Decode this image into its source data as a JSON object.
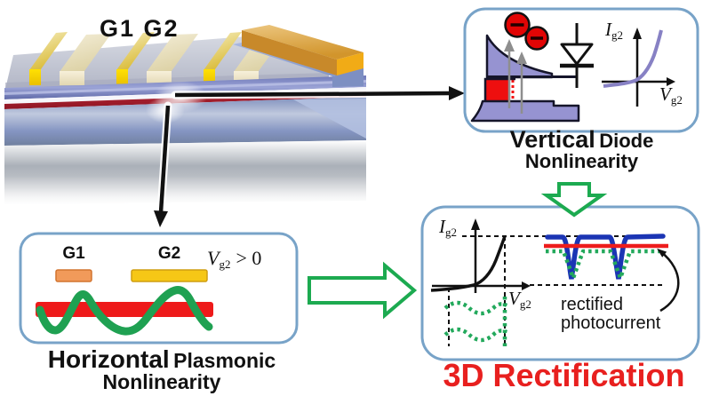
{
  "figure": {
    "device": {
      "gates_label": "G1 G2"
    },
    "vertical_panel": {
      "title_word1": "Vertical",
      "title_word2": "Diode",
      "title_line2": "Nonlinearity",
      "iv_axis": {
        "current": "I",
        "current_sub": "g2",
        "voltage": "V",
        "voltage_sub": "g2"
      }
    },
    "horizontal_panel": {
      "gate1": "G1",
      "gate2": "G2",
      "bias": {
        "symbol": "V",
        "sub": "g2",
        "relation": "> 0"
      },
      "title_word1": "Horizontal",
      "title_word2": "Plasmonic",
      "title_line2": "Nonlinearity"
    },
    "rectification_panel": {
      "iv_axis": {
        "current": "I",
        "current_sub": "g2",
        "voltage": "V",
        "voltage_sub": "g2"
      },
      "annotation_line1": "rectified",
      "annotation_line2": "photocurrent",
      "caption": "3D Rectification"
    },
    "colors": {
      "panel_border": "#78a3c8",
      "accent_green": "#1caa50",
      "electron_red": "#e20505",
      "band_purple": "#9693d1",
      "photocurrent_blue": "#1b35b4",
      "rectified_red": "#ed1c1c",
      "caption_red": "#e8201f",
      "gate_gold": "#f6c716",
      "gate_orange": "#f19a5a"
    }
  }
}
